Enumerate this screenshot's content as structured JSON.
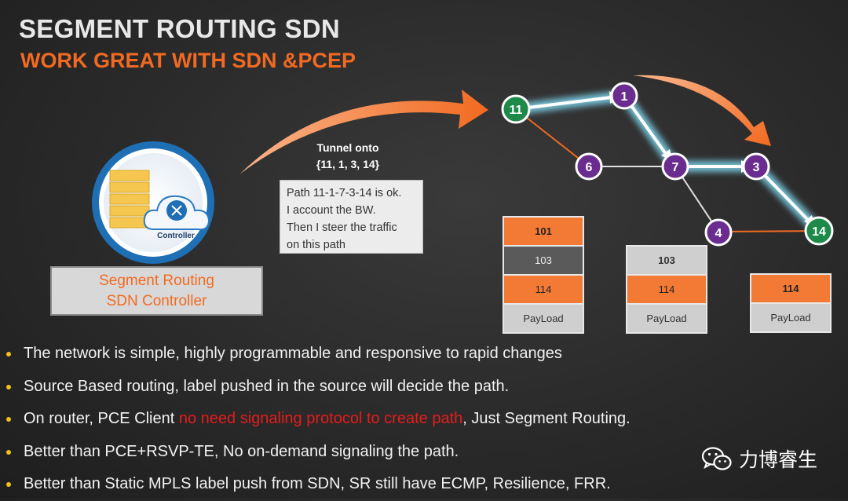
{
  "header": {
    "title": "SEGMENT ROUTING SDN",
    "subtitle": "WORK GREAT WITH SDN &PCEP"
  },
  "controller": {
    "icon_label": "Controller",
    "name_line1": "Segment Routing",
    "name_line2": "SDN Controller"
  },
  "tunnel": {
    "line1": "Tunnel  onto",
    "line2": "{11, 1, 3, 14}"
  },
  "note": {
    "lines": [
      "Path 11-1-7-3-14 is ok.",
      "I account the BW.",
      "Then I steer the traffic",
      "on this path"
    ]
  },
  "nodes": [
    {
      "id": "11",
      "kind": "edge"
    },
    {
      "id": "1",
      "kind": "core"
    },
    {
      "id": "6",
      "kind": "core"
    },
    {
      "id": "7",
      "kind": "core"
    },
    {
      "id": "3",
      "kind": "core"
    },
    {
      "id": "4",
      "kind": "core"
    },
    {
      "id": "14",
      "kind": "edge"
    }
  ],
  "label_stacks": [
    {
      "cells": [
        {
          "text": "101",
          "style": "orange",
          "bold": true
        },
        {
          "text": "103",
          "style": "gray",
          "bold": false
        },
        {
          "text": "114",
          "style": "orange",
          "bold": false
        },
        {
          "text": "PayLoad",
          "style": "light",
          "bold": false
        }
      ]
    },
    {
      "cells": [
        {
          "text": "103",
          "style": "light",
          "bold": true
        },
        {
          "text": "114",
          "style": "orange",
          "bold": false
        },
        {
          "text": "PayLoad",
          "style": "light",
          "bold": false
        }
      ]
    },
    {
      "cells": [
        {
          "text": "114",
          "style": "orange",
          "bold": true
        },
        {
          "text": "PayLoad",
          "style": "light",
          "bold": false
        }
      ]
    }
  ],
  "bullets": [
    {
      "parts": [
        {
          "text": "The network is simple, highly programmable and responsive to rapid changes",
          "red": false
        }
      ]
    },
    {
      "parts": [
        {
          "text": "Source Based routing, label pushed in the source will decide the path.",
          "red": false
        }
      ]
    },
    {
      "parts": [
        {
          "text": "On router, PCE Client ",
          "red": false
        },
        {
          "text": "no need signaling protocol to create path",
          "red": true
        },
        {
          "text": ", Just Segment Routing.",
          "red": false
        }
      ]
    },
    {
      "parts": [
        {
          "text": "Better than PCE+RSVP-TE, No on-demand signaling the path.",
          "red": false
        }
      ]
    },
    {
      "parts": [
        {
          "text": "Better than Static MPLS label push from SDN, SR still have ECMP, Resilience, FRR.",
          "red": false
        }
      ]
    }
  ],
  "brand": {
    "text": "力博睿生"
  },
  "colors": {
    "accent_orange": "#f26a21",
    "node_purple": "#6a2c8e",
    "node_green": "#1e8a4a",
    "path_glow": "#7fd8f0",
    "bullet_yellow": "#f0c21b"
  }
}
